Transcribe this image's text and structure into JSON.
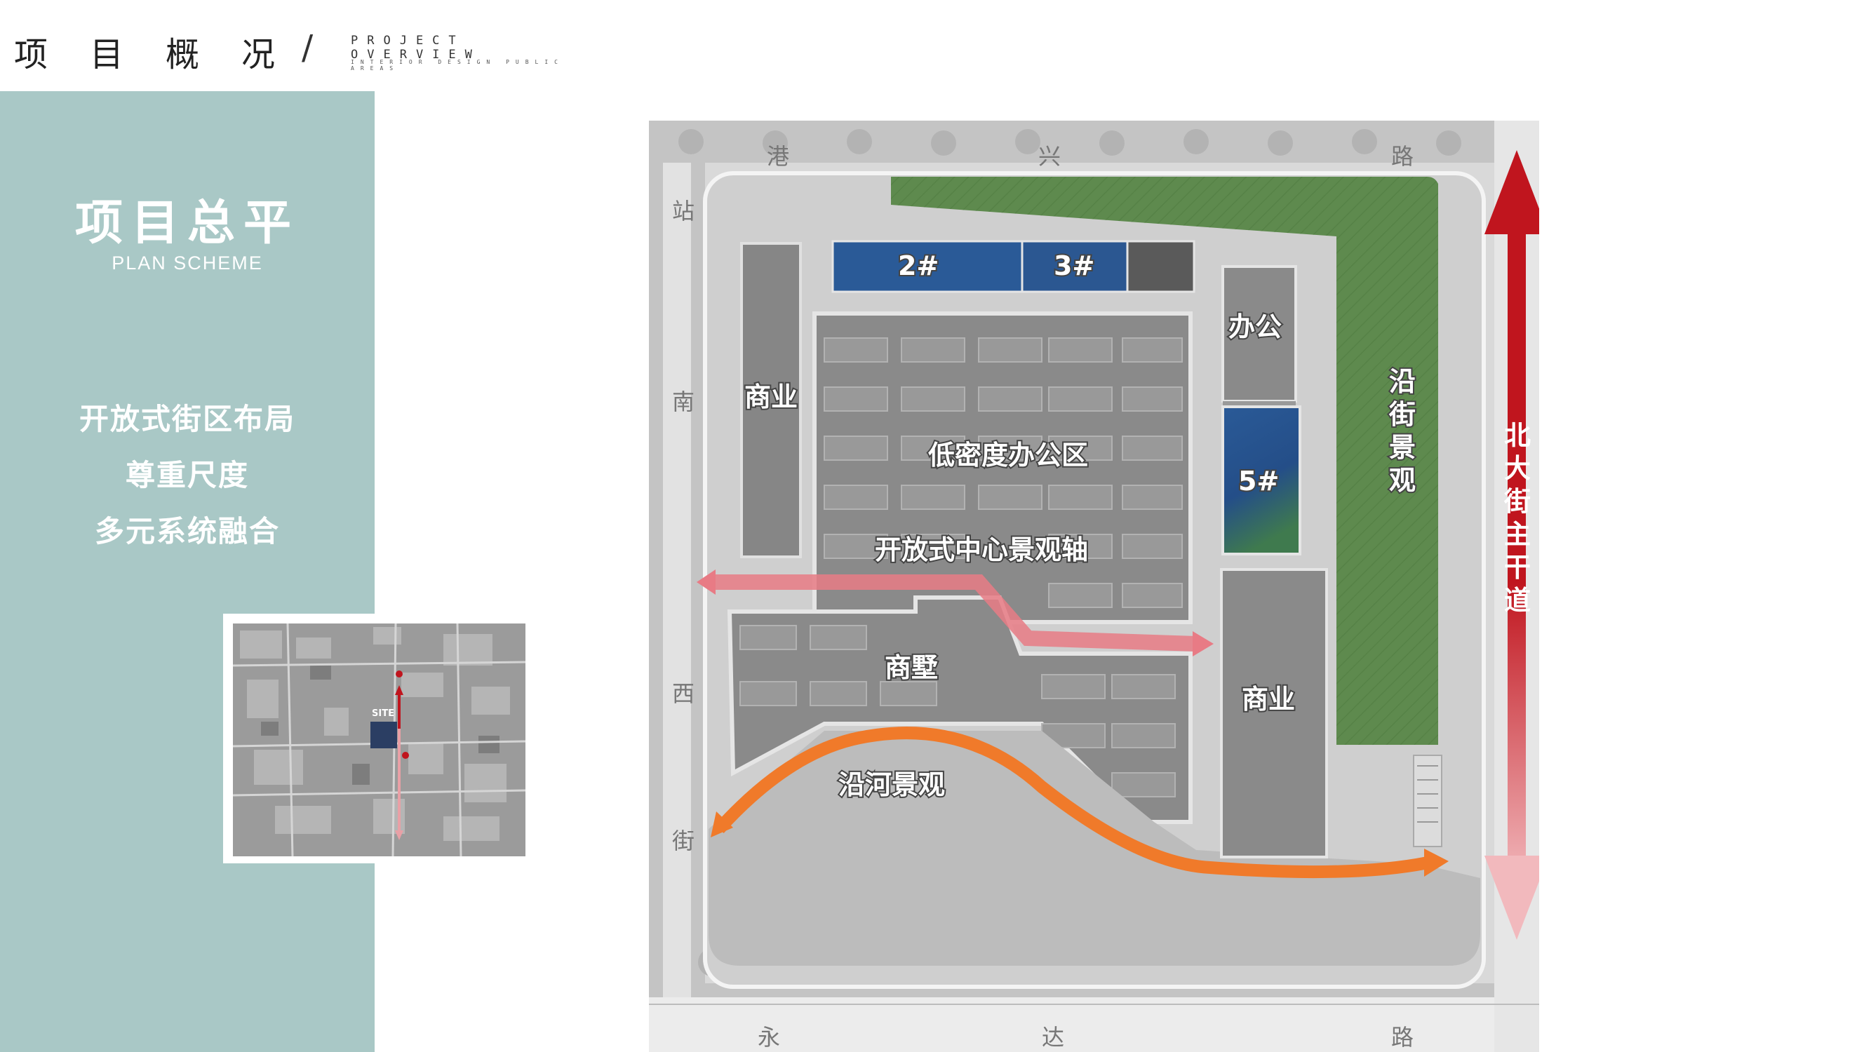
{
  "header": {
    "title_cn": "项目概况",
    "slash": "/",
    "title_en": "PROJECT OVERVIEW",
    "subtitle_en": "INTERIOR DESIGN PUBLIC AREAS"
  },
  "sidebar": {
    "section_title": "项目总平",
    "section_subtitle": "PLAN SCHEME",
    "bullets": [
      "开放式街区布局",
      "尊重尺度",
      "多元系统融合"
    ]
  },
  "inset_map": {
    "site_label": "SITE"
  },
  "plan": {
    "roads": {
      "north": [
        "港",
        "兴",
        "路"
      ],
      "south": [
        "永",
        "达",
        "路"
      ],
      "west": [
        "站",
        "南",
        "西",
        "街"
      ]
    },
    "zones": {
      "building_2": "2#",
      "building_3": "3#",
      "building_5": "5#",
      "office": "办公",
      "commercial_west": "商业",
      "commercial_east": "商业",
      "low_density_office": "低密度办公区",
      "central_axis": "开放式中心景观轴",
      "villas": "商墅",
      "river_landscape": "沿河景观",
      "street_landscape": [
        "沿",
        "街",
        "景",
        "观"
      ],
      "main_road": [
        "北",
        "大",
        "街",
        "主",
        "干",
        "道"
      ]
    },
    "colors": {
      "sidebar": "#a9c8c6",
      "green_strip": "#5e8a4e",
      "blue_block": "#2a5a97",
      "main_arrow": "#c0151e",
      "axis_arrow": "#e87b85",
      "river_arrow": "#f07a2a"
    }
  }
}
